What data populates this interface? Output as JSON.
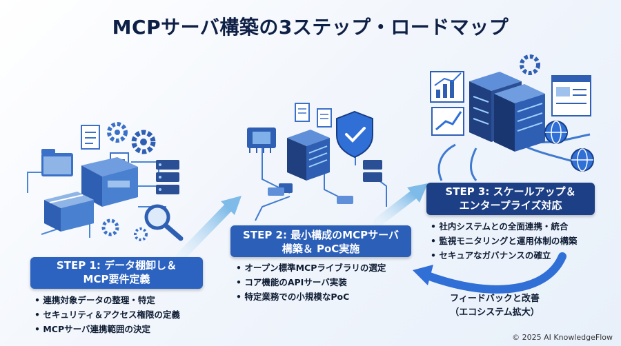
{
  "title": "MCPサーバ構築の3ステップ・ロードマップ",
  "steps": [
    {
      "heading_line1": "STEP 1: データ棚卸し＆",
      "heading_line2": "MCP要件定義",
      "bullets": [
        "連携対象データの整理・特定",
        "セキュリティ＆アクセス権限の定義",
        "MCPサーバ連携範囲の決定"
      ]
    },
    {
      "heading_line1": "STEP 2: 最小構成のMCPサーバ",
      "heading_line2": "構築＆ PoC実施",
      "bullets": [
        "オープン標準MCPライブラリの選定",
        "コア機能のAPIサーバ実装",
        "特定業務での小規模なPoC"
      ]
    },
    {
      "heading_line1": "STEP 3: スケールアップ＆",
      "heading_line2": "エンタープライズ対応",
      "bullets": [
        "社内システムとの全面連携・統合",
        "監視モニタリングと運用体制の構築",
        "セキュアなガバナンスの確立"
      ]
    }
  ],
  "feedback": {
    "line1": "フィードバックと改善",
    "line2": "（エコシステム拡大）"
  },
  "copyright": "© 2025 AI KnowledgeFlow",
  "colors": {
    "step1": "#2d63c0",
    "step2": "#2c5fb8",
    "step3": "#1d3f86",
    "arrow": "#8cc2ea",
    "feedback_arrow": "#2f6fd6"
  }
}
